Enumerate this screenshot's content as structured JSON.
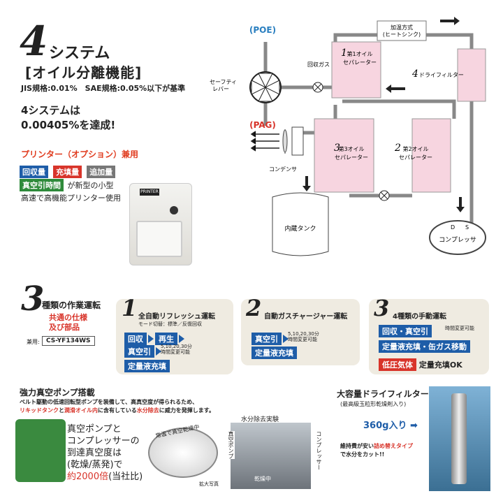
{
  "header": {
    "number": "4",
    "system_label": "システム",
    "subtitle": "[オイル分離機能]",
    "jis": "JIS規格:0.01%　SAE規格:0.05%以下が基準",
    "achieve": "4システムは\n0.00405%を達成!"
  },
  "printer": {
    "title": "プリンター（オプション）兼用",
    "badges": [
      "回収量",
      "充填量",
      "追加量"
    ],
    "time_badge": "真空引時間",
    "desc1": "が新型の小型",
    "desc2": "高速で高機能プリンター使用",
    "head_label": "PRINTER"
  },
  "diagram": {
    "poe": "(POE)",
    "pag": "(PAG)",
    "recovery_gas": "回収ガス",
    "safety": "セーフティ\nレバー",
    "heating": "加温方式\n(ヒートシンク)",
    "sep1": "第1オイル\nセパレーター",
    "sep2": "第2オイル\nセパレーター",
    "sep3": "第3オイル\nセパレーター",
    "dry": "ドライフィルター",
    "n1": "1",
    "n2": "2",
    "n3": "3",
    "n4": "4",
    "condenser": "コンデンサ",
    "tank": "内蔵タンク",
    "compressor": "コンプレッサ",
    "d": "D",
    "s": "S"
  },
  "modes": {
    "number": "3",
    "title": "種類の作業運転",
    "common": "共通の仕様\n及び部品",
    "model_prefix": "兼用:",
    "model": "CS-YF134WS",
    "card1": {
      "number": "1",
      "title": "全自動リフレッシュ運転",
      "sub": "モード切替：標準／反復回収",
      "recover": "回収",
      "regen": "再生",
      "vacuum": "真空引",
      "vacuum_note": "5,10,20,30分\n時間変更可能",
      "fill": "定量液充填"
    },
    "card2": {
      "number": "2",
      "title": "自動ガスチャージャー運転",
      "vacuum": "真空引",
      "vacuum_note": "5,10,20,30分\n時間変更可能",
      "fill": "定量液充填"
    },
    "card3": {
      "number": "3",
      "title": "4種類の手動運転",
      "item1": "回収・真空引",
      "item1_note": "時間変更可能",
      "item2": "定量液充填・缶ガス移動",
      "item3": "低圧気体",
      "item3_after": "定量充填OK"
    }
  },
  "pump": {
    "title": "強力真空ポンプ搭載",
    "line1": "ベルト駆動の低速回転型ポンプを装備して、高真空度が得られるため、",
    "line2_red1": "リキッドタンク",
    "line2_mid": "と",
    "line2_red2": "潤滑オイル内",
    "line2_mid2": "に含有している",
    "line2_red3": "水分除去",
    "line2_end": "に威力を発揮します。",
    "body1": "真空ポンプと",
    "body2": "コンプレッサーの",
    "body3": "到達真空度は",
    "body4": "(乾燥/蒸発)で",
    "body5_red": "約2000倍",
    "body5": "(当社比)",
    "zoom_label": "常温で真空乾燥中",
    "zoom_caption": "拡大写真",
    "exp_title": "水分除去実験",
    "exp_left": "真空ポンプ",
    "exp_right": "コンプレッサー",
    "exp_dry": "乾燥中"
  },
  "filter": {
    "title": "大容量ドライフィルター",
    "sub": "(最高級玉粒形乾燥剤入り)",
    "amount": "360g入り",
    "note1a": "維持費が安い",
    "note1b": "詰め替えタイプ",
    "note2": "で水分をカット!!"
  }
}
